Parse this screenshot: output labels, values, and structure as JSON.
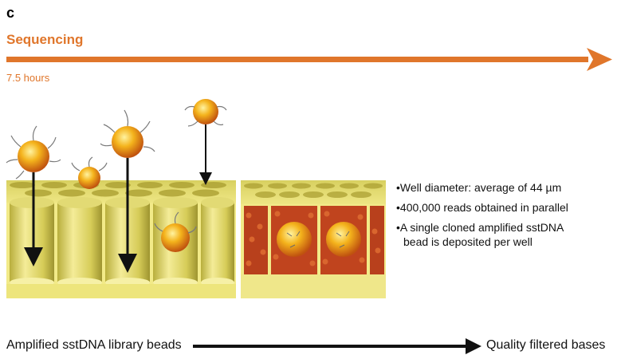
{
  "panel": {
    "letter": "c",
    "stage_title": "Sequencing",
    "duration": "7.5 hours"
  },
  "bullets": [
    {
      "line1": "•Well diameter: average of 44 µm"
    },
    {
      "line1": "•400,000 reads obtained in parallel"
    },
    {
      "line1": "•A single cloned amplified sstDNA",
      "line2": "bead is deposited per well"
    }
  ],
  "flow": {
    "start_label": "Amplified sstDNA library beads",
    "end_label": "Quality filtered bases"
  },
  "colors": {
    "accent": "#e0762b",
    "plate": "#e8e07a",
    "bead": "#f0a820",
    "fill_beads": "#c0441e"
  },
  "icons": {
    "timeline_arrow": "arrow-right-icon",
    "flow_arrow": "arrow-right-icon",
    "bead": "dna-bead-icon"
  }
}
